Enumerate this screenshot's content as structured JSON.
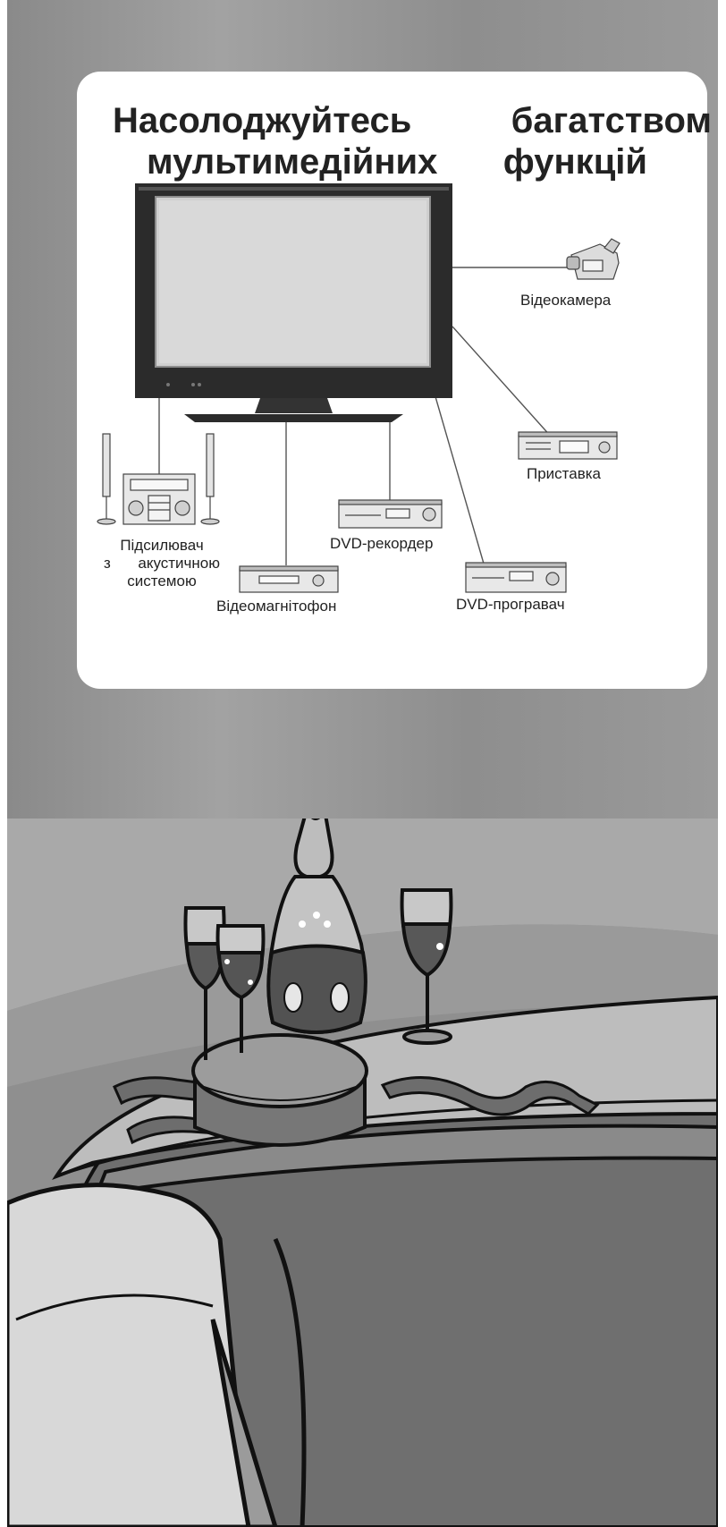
{
  "headline": {
    "line1": [
      "Насолоджуйтесь",
      "багатством"
    ],
    "line2": [
      "мультимедійних",
      "функцій"
    ]
  },
  "devices": {
    "camcorder": "Відеокамера",
    "settop_box": "Приставка",
    "dvd_recorder": "DVD-рекордер",
    "dvd_player": "DVD-програвач",
    "vcr": "Відеомагнітофон",
    "amplifier": [
      "Підсилювач",
      "з",
      "акустичною",
      "системою"
    ]
  },
  "colors": {
    "panel_gray": "#8e8e8e",
    "card_white": "#ffffff",
    "tv_frame": "#2b2b2b",
    "line_art": "#1a1a1a"
  },
  "icons": [
    "tv-icon",
    "camcorder-icon",
    "settop-box-icon",
    "dvd-recorder-icon",
    "dvd-player-icon",
    "vcr-icon",
    "hifi-system-icon",
    "bottle-icon",
    "wine-glass-icon",
    "gift-box-icon",
    "ribbon-icon",
    "table-icon",
    "armchair-icon"
  ]
}
